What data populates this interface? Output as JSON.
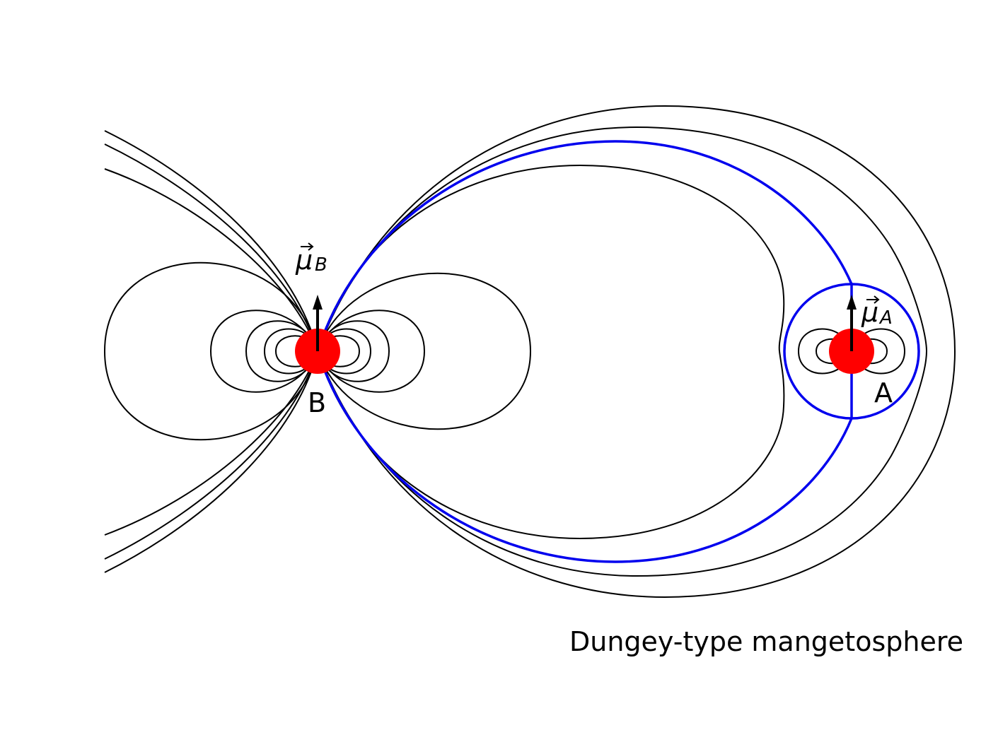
{
  "caption": "Dungey-type mangetosphere",
  "objects": {
    "b": {
      "label": "B",
      "moment_symbol": "μ",
      "moment_subscript": "B"
    },
    "a": {
      "label": "A",
      "moment_symbol": "μ",
      "moment_subscript": "A"
    }
  },
  "colors": {
    "star": "#ff0000",
    "separatrix": "#0000ee",
    "field_line": "#000000",
    "arrow": "#000000"
  }
}
